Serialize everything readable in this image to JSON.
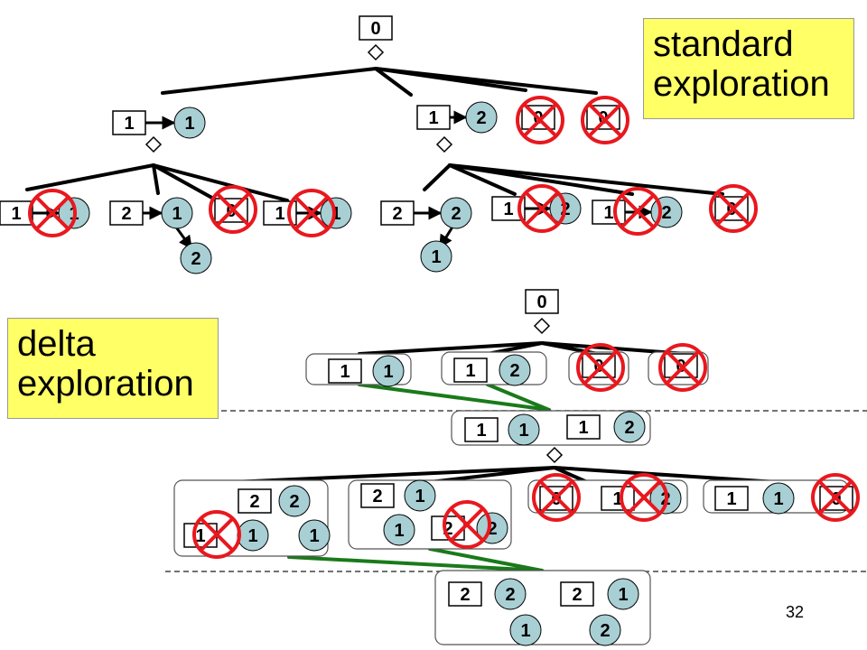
{
  "callouts": {
    "standard": "standard\nexploration",
    "delta": "delta\nexploration"
  },
  "page_number": "32",
  "colors": {
    "callout_fill": "#ffff66",
    "node_fill": "#a8cfd4",
    "cross": "#e8181e",
    "merge_edge": "#1a7a1a",
    "line": "#000000"
  },
  "icons": [
    "diamond-icon",
    "cross-icon",
    "arrow-icon"
  ],
  "standard_tree": {
    "root": "0",
    "level1": [
      {
        "box": "1",
        "nodes": [
          "1"
        ],
        "crossed": false
      },
      {
        "box": "1",
        "nodes": [
          "2",
          "0",
          "0"
        ],
        "crossed_nodes": [
          "0",
          "0"
        ]
      }
    ],
    "level2": [
      {
        "box": "1",
        "nodes": [
          "1"
        ],
        "crossed": true
      },
      {
        "box": "2",
        "nodes": [
          "1",
          "2"
        ],
        "crossed": false
      },
      {
        "box": "",
        "nodes": [
          "0"
        ],
        "crossed": true
      },
      {
        "box": "1",
        "nodes": [
          "1"
        ],
        "crossed": true
      },
      {
        "box": "2",
        "nodes": [
          "2",
          "1"
        ],
        "crossed": false
      },
      {
        "box": "1",
        "nodes": [
          "2"
        ],
        "crossed": true
      },
      {
        "box": "1",
        "nodes": [
          "2"
        ],
        "crossed": true
      },
      {
        "box": "",
        "nodes": [
          "0"
        ],
        "crossed": true
      }
    ]
  },
  "delta_tree": {
    "root": "0",
    "level1": [
      {
        "box": "1",
        "nodes": [
          "1"
        ]
      },
      {
        "box": "1",
        "nodes": [
          "2"
        ]
      },
      {
        "box": "0",
        "crossed": true
      },
      {
        "box": "0",
        "crossed": true
      }
    ],
    "merged": {
      "pairs": [
        [
          "1",
          "1"
        ],
        [
          "1",
          "2"
        ]
      ]
    },
    "level2": [
      {
        "pairs": [
          [
            "2",
            "2"
          ],
          [
            "1",
            "1"
          ]
        ],
        "extra": "1",
        "crossed": true
      },
      {
        "pairs": [
          [
            "2",
            "1"
          ],
          [
            "1",
            "2"
          ]
        ],
        "extra": "2",
        "crossed": true
      },
      {
        "box": "0",
        "pair": [
          "1",
          "2"
        ],
        "crossed": true
      },
      {
        "pair": [
          "1",
          "1"
        ],
        "box": "0",
        "crossed": true
      }
    ],
    "final": {
      "pairs": [
        [
          "2",
          "2"
        ],
        [
          "2",
          "1"
        ]
      ],
      "children": [
        "1",
        "2"
      ]
    }
  }
}
